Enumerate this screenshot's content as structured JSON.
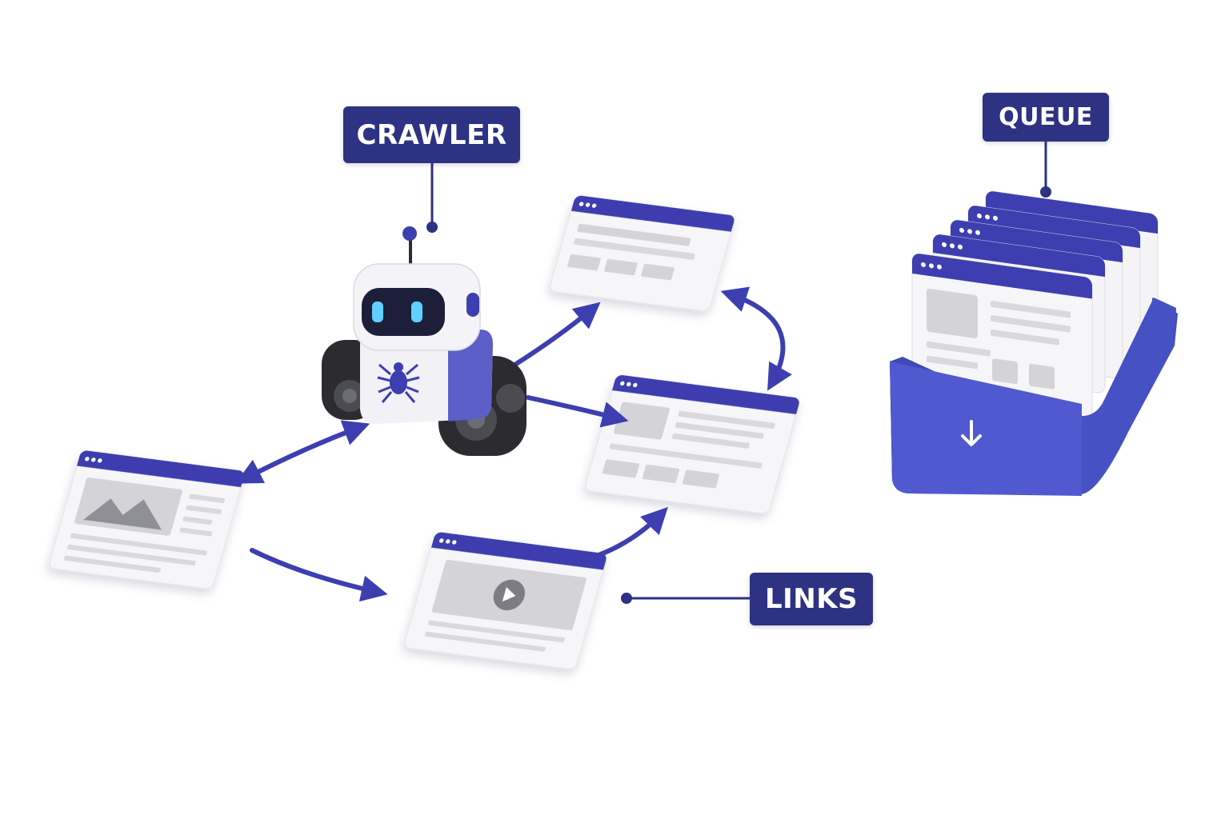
{
  "labels": {
    "crawler": "CRAWLER",
    "queue": "QUEUE",
    "links": "LINKS"
  },
  "colors": {
    "accent": "#3d3eb0",
    "label_bg": "#2e3282",
    "queue_box": "#4651c4",
    "page_body": "#f4f4f7",
    "placeholder": "#d4d4d8",
    "robot_tracks": "#2b2b30"
  },
  "icons": {
    "robot": "robot-crawler-icon",
    "spider": "spider-icon",
    "image": "image-placeholder-icon",
    "play": "play-icon",
    "download": "arrow-down-icon"
  }
}
